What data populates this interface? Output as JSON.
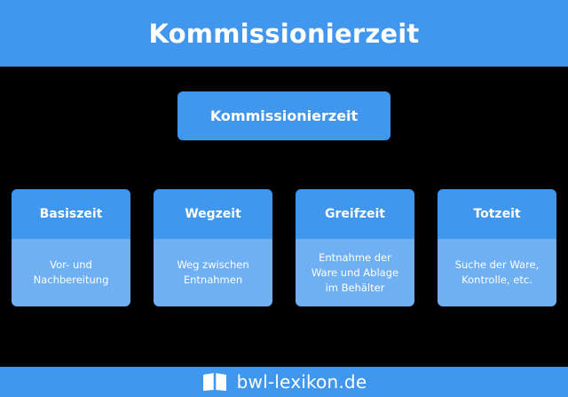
{
  "header": {
    "title": "Kommissionierzeit"
  },
  "root": {
    "label": "Kommissionierzeit"
  },
  "cards": [
    {
      "title": "Basiszeit",
      "text": "Vor- und\nNachbereitung"
    },
    {
      "title": "Wegzeit",
      "text": "Weg zwischen\nEntnahmen"
    },
    {
      "title": "Greifzeit",
      "text": "Entnahme der\nWare und Ablage\nim Behälter"
    },
    {
      "title": "Totzeit",
      "text": "Suche der Ware,\nKontrolle, etc."
    }
  ],
  "footer": {
    "brand": "bwl-lexikon.de",
    "icon": "book-icon"
  },
  "colors": {
    "primary": "#4196ed",
    "secondary": "#6fb0f3",
    "background": "#000000"
  }
}
